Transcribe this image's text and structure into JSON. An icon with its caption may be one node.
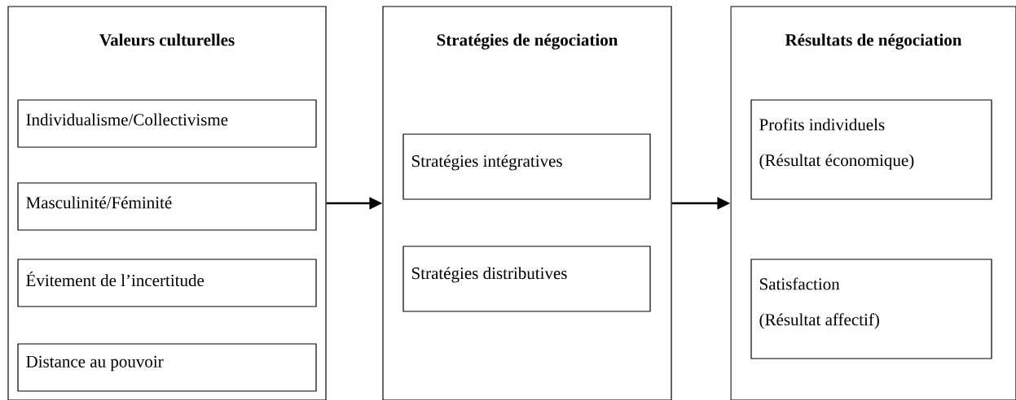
{
  "diagram": {
    "nodes": [
      {
        "text": [
          "Valeurs culturelles"
        ]
      },
      {
        "text": [
          "Individualisme/Collectivisme"
        ],
        "in": 0
      },
      {
        "text": [
          "Masculinité/Féminité"
        ],
        "in": 0
      },
      {
        "text": [
          "Évitement de l’incertitude"
        ],
        "in": 0
      },
      {
        "text": [
          "Distance au pouvoir"
        ],
        "in": 0
      },
      {
        "text": [
          "Stratégies de négociation"
        ]
      },
      {
        "text": [
          "Stratégies intégratives"
        ],
        "in": 5
      },
      {
        "text": [
          "Stratégies distributives"
        ],
        "in": 5
      },
      {
        "text": [
          "Résultats de négociation"
        ]
      },
      {
        "text": [
          "Profits individuels",
          "(Résultat économique)"
        ],
        "in": 8
      },
      {
        "text": [
          "Satisfaction",
          "(Résultat affectif)"
        ],
        "in": 8
      }
    ],
    "edges": [
      {
        "from": 0,
        "to": 5,
        "arrow": "to"
      },
      {
        "from": 5,
        "to": 8,
        "arrow": "to"
      }
    ]
  }
}
